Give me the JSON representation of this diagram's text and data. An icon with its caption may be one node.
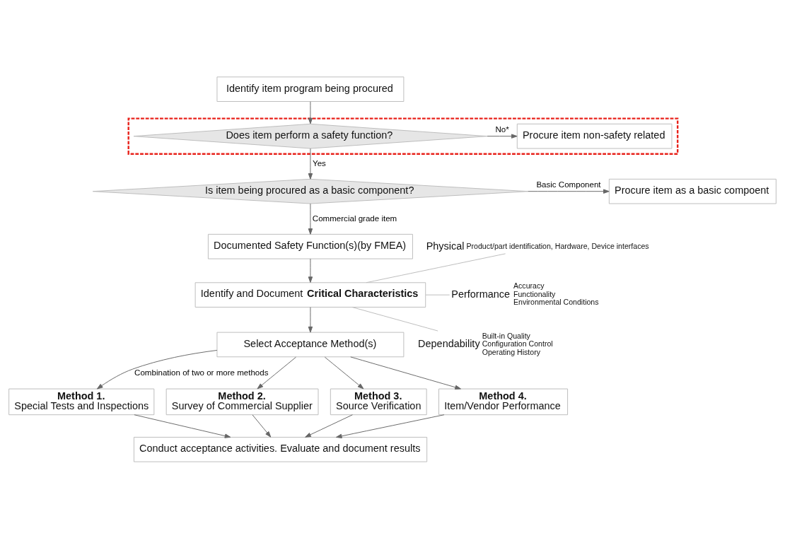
{
  "diagram": {
    "nodes": [
      {
        "text": [
          "Identify item program being procured"
        ]
      },
      {
        "text": [],
        "shape": "box"
      },
      {
        "text": [
          "Does item perform a safety function?"
        ],
        "in": 1
      },
      {
        "text": [
          "Procure item non-safety related"
        ],
        "in": 1
      },
      {
        "text": [
          "Is item being procured as a basic component?"
        ]
      },
      {
        "text": [
          "Procure item as a basic compoent"
        ]
      },
      {
        "text": [
          "Documented Safety Function(s)(by FMEA)"
        ]
      },
      {
        "text": [
          "Identify and Document **Critical Characteristics**"
        ]
      },
      {
        "text": [
          "Select Acceptance Method(s)"
        ]
      },
      {
        "text": [
          "Physical"
        ],
        "beside": [
          "Product/part identification, Hardware, Device interfaces"
        ]
      },
      {
        "text": [
          "Performance"
        ],
        "beside": [
          "Accuracy",
          "Functionality",
          "Environmental Conditions"
        ]
      },
      {
        "text": [
          "Dependability"
        ],
        "beside": [
          "Built-in Quality",
          "Configuration Control",
          "Operating History"
        ]
      },
      {
        "text": [
          "Method 1.",
          "Special Tests and Inspections"
        ]
      },
      {
        "text": [
          "Method 2.",
          "Survey of Commercial Supplier"
        ]
      },
      {
        "text": [
          "Method 3.",
          "Source Verification"
        ]
      },
      {
        "text": [
          "Method 4.",
          "Item/Vendor Performance"
        ]
      },
      {
        "text": [
          "Conduct acceptance activities. Evaluate and document results"
        ]
      }
    ],
    "edges": [
      {
        "from": 0,
        "to": 2,
        "arrow": "to"
      },
      {
        "from": 2,
        "to": 3,
        "arrow": "to",
        "label": "No*"
      },
      {
        "from": 2,
        "to": 4,
        "arrow": "to",
        "label": "Yes"
      },
      {
        "from": 4,
        "to": 5,
        "arrow": "to",
        "label": "Basic Component"
      },
      {
        "from": 4,
        "to": 6,
        "arrow": "to",
        "label": "Commercial grade item"
      },
      {
        "from": 6,
        "to": 7,
        "arrow": "to"
      },
      {
        "from": 7,
        "to": 8,
        "arrow": "to"
      },
      {
        "from": 7,
        "to": 9,
        "arrow": "none",
        "color": "#bbbbbb"
      },
      {
        "from": 7,
        "to": 10,
        "arrow": "none",
        "color": "#bbbbbb"
      },
      {
        "from": 7,
        "to": 11,
        "arrow": "none",
        "color": "#bbbbbb"
      },
      {
        "from": 8,
        "to": 12,
        "arrow": "to",
        "label": "Combination of two or more methods"
      },
      {
        "from": 8,
        "to": 13,
        "arrow": "to"
      },
      {
        "from": 8,
        "to": 14,
        "arrow": "to"
      },
      {
        "from": 8,
        "to": 15,
        "arrow": "to"
      },
      {
        "from": 12,
        "to": 16,
        "arrow": "to"
      },
      {
        "from": 13,
        "to": 16,
        "arrow": "to"
      },
      {
        "from": 14,
        "to": 16,
        "arrow": "to"
      },
      {
        "from": 15,
        "to": 16,
        "arrow": "to"
      }
    ]
  }
}
